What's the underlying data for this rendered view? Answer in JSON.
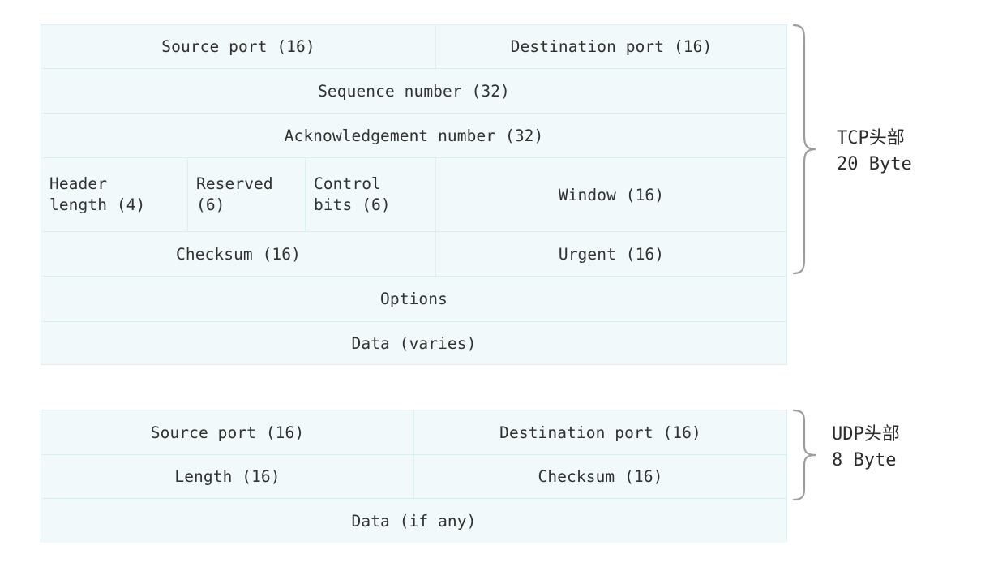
{
  "diagram": {
    "title": "TCP and UDP header layout",
    "colors": {
      "cell_fill": "#f1f9fa",
      "cell_border": "#ddeef0",
      "text": "#313131",
      "brace": "#9a9a9a"
    }
  },
  "tcp": {
    "label": "TCP头部\n20 Byte",
    "brace_icon": "curly-brace-right",
    "rows": [
      {
        "name": "ports-row",
        "cells": [
          {
            "text": "Source port (16)",
            "bits": 16
          },
          {
            "text": "Destination port (16)",
            "bits": 16
          }
        ]
      },
      {
        "name": "sequence-number-row",
        "cells": [
          {
            "text": "Sequence number (32)",
            "bits": 32
          }
        ]
      },
      {
        "name": "acknowledgement-number-row",
        "cells": [
          {
            "text": "Acknowledgement number (32)",
            "bits": 32
          }
        ]
      },
      {
        "name": "flags-window-row",
        "cells": [
          {
            "text": "Header\nlength (4)",
            "bits": 4
          },
          {
            "text": "Reserved\n(6)",
            "bits": 6
          },
          {
            "text": "Control\nbits (6)",
            "bits": 6
          },
          {
            "text": "Window (16)",
            "bits": 16
          }
        ]
      },
      {
        "name": "checksum-urgent-row",
        "cells": [
          {
            "text": "Checksum (16)",
            "bits": 16
          },
          {
            "text": "Urgent (16)",
            "bits": 16
          }
        ]
      },
      {
        "name": "options-row",
        "cells": [
          {
            "text": "Options"
          }
        ]
      },
      {
        "name": "data-row",
        "cells": [
          {
            "text": "Data (varies)"
          }
        ]
      }
    ]
  },
  "udp": {
    "label": "UDP头部\n8 Byte",
    "brace_icon": "curly-brace-right",
    "rows": [
      {
        "name": "ports-row",
        "cells": [
          {
            "text": "Source port (16)",
            "bits": 16
          },
          {
            "text": "Destination port (16)",
            "bits": 16
          }
        ]
      },
      {
        "name": "length-checksum-row",
        "cells": [
          {
            "text": "Length (16)",
            "bits": 16
          },
          {
            "text": "Checksum (16)",
            "bits": 16
          }
        ]
      },
      {
        "name": "data-row",
        "cells": [
          {
            "text": "Data (if any)"
          }
        ]
      }
    ]
  }
}
